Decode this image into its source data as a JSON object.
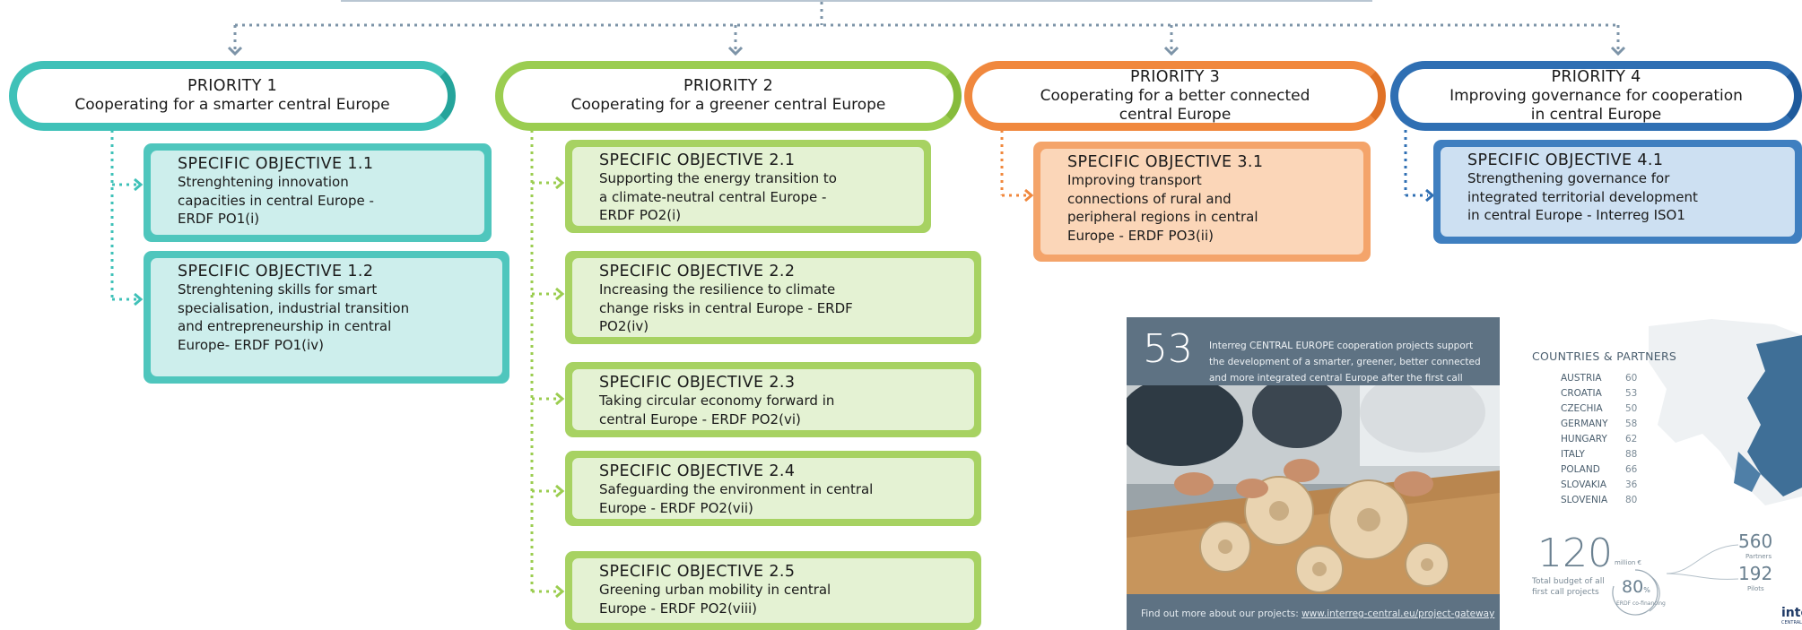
{
  "colors": {
    "teal": "#3fc1b8",
    "teal_fill": "#cdeeec",
    "green": "#9bcd50",
    "green_fill": "#e4f2d3",
    "orange": "#f0883e",
    "orange_fill": "#fbd6b8",
    "blue": "#2f6fb3",
    "blue_fill": "#cde0f2",
    "connector": "#7d94a8",
    "panel": "#5e7283"
  },
  "priorities": [
    {
      "title": "PRIORITY 1",
      "lines": [
        "Cooperating for a smarter central Europe"
      ]
    },
    {
      "title": "PRIORITY 2",
      "lines": [
        "Cooperating for a greener central Europe"
      ]
    },
    {
      "title": "PRIORITY 3",
      "lines": [
        "Cooperating for a better connected",
        "central Europe"
      ]
    },
    {
      "title": "PRIORITY 4",
      "lines": [
        "Improving governance for cooperation",
        "in central Europe"
      ]
    }
  ],
  "objectives": {
    "so11": {
      "title": "SPECIFIC OBJECTIVE 1.1",
      "lines": [
        "Strenghtening innovation",
        "capacities in central Europe -",
        "ERDF PO1(i)"
      ]
    },
    "so12": {
      "title": "SPECIFIC OBJECTIVE 1.2",
      "lines": [
        "Strenghtening skills for smart",
        "specialisation, industrial transition",
        "and entrepreneurship in central",
        "Europe- ERDF PO1(iv)"
      ]
    },
    "so21": {
      "title": "SPECIFIC OBJECTIVE 2.1",
      "lines": [
        "Supporting the energy transition to",
        "a climate-neutral central Europe -",
        "ERDF PO2(i)"
      ]
    },
    "so22": {
      "title": "SPECIFIC OBJECTIVE 2.2",
      "lines": [
        "Increasing the resilience to climate",
        "change risks in central Europe - ERDF",
        "PO2(iv)"
      ]
    },
    "so23": {
      "title": "SPECIFIC OBJECTIVE 2.3",
      "lines": [
        "Taking circular economy forward in",
        "central Europe - ERDF PO2(vi)"
      ]
    },
    "so24": {
      "title": "SPECIFIC OBJECTIVE 2.4",
      "lines": [
        "Safeguarding the environment in central",
        "Europe - ERDF PO2(vii)"
      ]
    },
    "so25": {
      "title": "SPECIFIC OBJECTIVE 2.5",
      "lines": [
        "Greening urban mobility in central",
        "Europe - ERDF PO2(viii)"
      ]
    },
    "so31": {
      "title": "SPECIFIC OBJECTIVE 3.1",
      "lines": [
        "Improving transport",
        "connections of rural and",
        "peripheral regions in central",
        "Europe -  ERDF PO3(ii)"
      ]
    },
    "so41": {
      "title": "SPECIFIC OBJECTIVE 4.1",
      "lines": [
        "Strengthening governance for",
        "integrated territorial development",
        "in central Europe - Interreg ISO1"
      ]
    }
  },
  "panel": {
    "number": "53",
    "text": "Interreg CENTRAL EUROPE cooperation projects support the development of a smarter, greener, better connected and more integrated central Europe after the first call",
    "footer_prefix": "Find out more about our projects:",
    "footer_link": "www.interreg-central.eu/project-gateway",
    "photo_icon": "gears-teamwork-photo"
  },
  "countries": {
    "title": "COUNTRIES & PARTNERS",
    "rows": [
      {
        "name": "AUSTRIA",
        "value": "60"
      },
      {
        "name": "CROATIA",
        "value": "53"
      },
      {
        "name": "CZECHIA",
        "value": "50"
      },
      {
        "name": "GERMANY",
        "value": "58"
      },
      {
        "name": "HUNGARY",
        "value": "62"
      },
      {
        "name": "ITALY",
        "value": "88"
      },
      {
        "name": "POLAND",
        "value": "66"
      },
      {
        "name": "SLOVAKIA",
        "value": "36"
      },
      {
        "name": "SLOVENIA",
        "value": "80"
      }
    ],
    "budget_number": "120",
    "budget_unit": "million €",
    "budget_label_1": "Total budget of all",
    "budget_label_2": "first call projects",
    "cofinancing_value": "80",
    "cofinancing_unit": "%",
    "cofinancing_label": "ERDF co-financing",
    "partners_number": "560",
    "partners_label": "Partners",
    "pilots_number": "192",
    "pilots_label": "Pilots",
    "logo_text": "inte",
    "logo_sub": "CENTRAL"
  }
}
